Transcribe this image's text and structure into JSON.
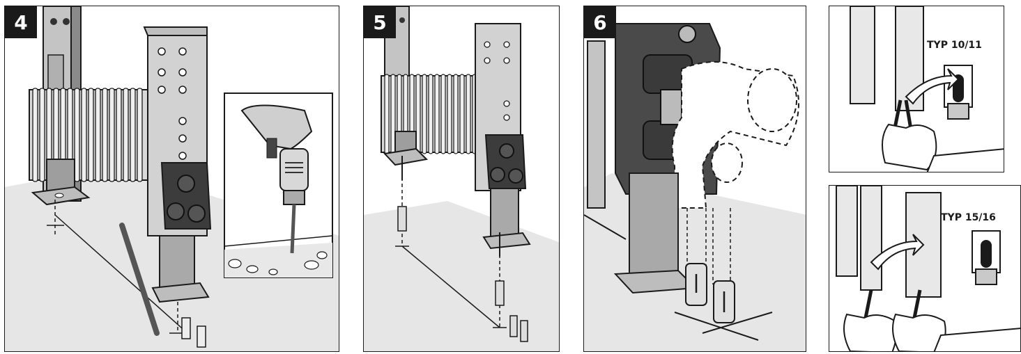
{
  "steps": [
    {
      "number": "4"
    },
    {
      "number": "5"
    },
    {
      "number": "6"
    }
  ],
  "details": [
    {
      "label": "TYP 10/11"
    },
    {
      "label": "TYP 15/16"
    }
  ],
  "colors": {
    "badge": "#1a1a1a",
    "steel_light": "#cfcfcf",
    "steel_mid": "#a6a6a6",
    "steel_dark": "#6e6e6e",
    "valve_dark": "#3c3c3c",
    "floor_shadow": "#e4e4e4"
  },
  "icons": [
    "radiator-icon",
    "drill-icon",
    "valve-block-icon",
    "wall-plug-icon",
    "pliers-icon",
    "hand-icon"
  ]
}
